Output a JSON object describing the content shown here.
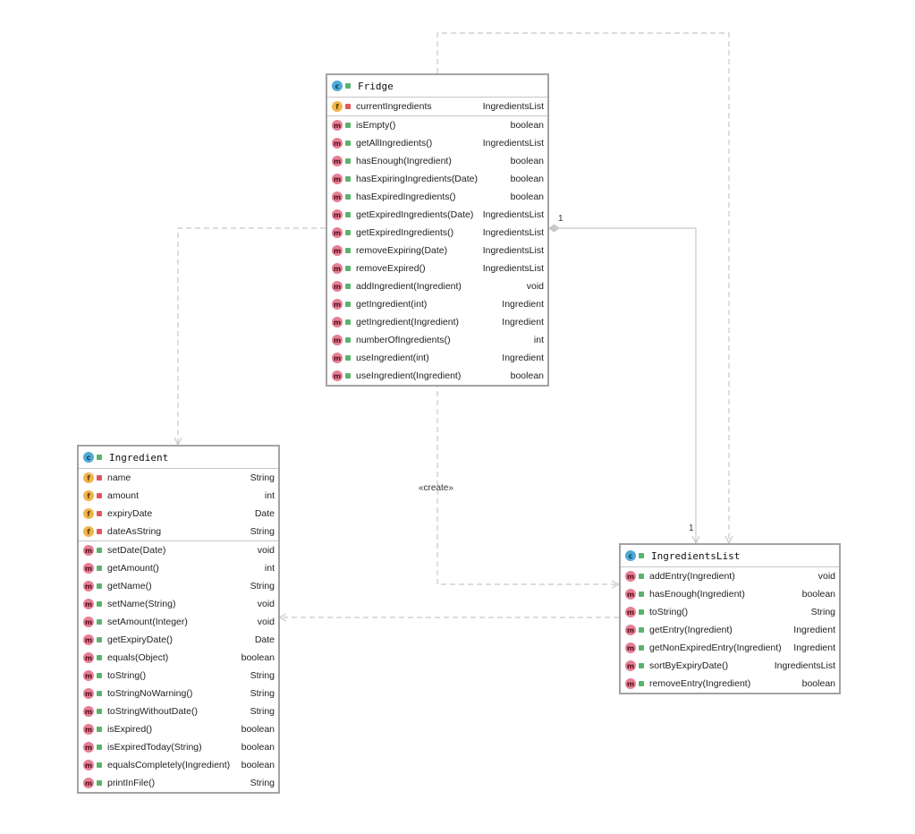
{
  "classes": {
    "fridge": {
      "name": "Fridge",
      "fields": [
        {
          "name": "currentIngredients",
          "type": "IngredientsList"
        }
      ],
      "methods": [
        {
          "name": "isEmpty()",
          "type": "boolean"
        },
        {
          "name": "getAllIngredients()",
          "type": "IngredientsList"
        },
        {
          "name": "hasEnough(Ingredient)",
          "type": "boolean"
        },
        {
          "name": "hasExpiringIngredients(Date)",
          "type": "boolean"
        },
        {
          "name": "hasExpiredIngredients()",
          "type": "boolean"
        },
        {
          "name": "getExpiredIngredients(Date)",
          "type": "IngredientsList"
        },
        {
          "name": "getExpiredIngredients()",
          "type": "IngredientsList"
        },
        {
          "name": "removeExpiring(Date)",
          "type": "IngredientsList"
        },
        {
          "name": "removeExpired()",
          "type": "IngredientsList"
        },
        {
          "name": "addIngredient(Ingredient)",
          "type": "void"
        },
        {
          "name": "getIngredient(int)",
          "type": "Ingredient"
        },
        {
          "name": "getIngredient(Ingredient)",
          "type": "Ingredient"
        },
        {
          "name": "numberOfIngredients()",
          "type": "int"
        },
        {
          "name": "useIngredient(int)",
          "type": "Ingredient"
        },
        {
          "name": "useIngredient(Ingredient)",
          "type": "boolean"
        }
      ]
    },
    "ingredient": {
      "name": "Ingredient",
      "fields": [
        {
          "name": "name",
          "type": "String"
        },
        {
          "name": "amount",
          "type": "int"
        },
        {
          "name": "expiryDate",
          "type": "Date"
        },
        {
          "name": "dateAsString",
          "type": "String"
        }
      ],
      "methods": [
        {
          "name": "setDate(Date)",
          "type": "void"
        },
        {
          "name": "getAmount()",
          "type": "int"
        },
        {
          "name": "getName()",
          "type": "String"
        },
        {
          "name": "setName(String)",
          "type": "void"
        },
        {
          "name": "setAmount(Integer)",
          "type": "void"
        },
        {
          "name": "getExpiryDate()",
          "type": "Date"
        },
        {
          "name": "equals(Object)",
          "type": "boolean"
        },
        {
          "name": "toString()",
          "type": "String"
        },
        {
          "name": "toStringNoWarning()",
          "type": "String"
        },
        {
          "name": "toStringWithoutDate()",
          "type": "String"
        },
        {
          "name": "isExpired()",
          "type": "boolean"
        },
        {
          "name": "isExpiredToday(String)",
          "type": "boolean"
        },
        {
          "name": "equalsCompletely(Ingredient)",
          "type": "boolean"
        },
        {
          "name": "printInFile()",
          "type": "String"
        }
      ]
    },
    "ingredientsList": {
      "name": "IngredientsList",
      "fields": [],
      "methods": [
        {
          "name": "addEntry(Ingredient)",
          "type": "void"
        },
        {
          "name": "hasEnough(Ingredient)",
          "type": "boolean"
        },
        {
          "name": "toString()",
          "type": "String"
        },
        {
          "name": "getEntry(Ingredient)",
          "type": "Ingredient"
        },
        {
          "name": "getNonExpiredEntry(Ingredient)",
          "type": "Ingredient"
        },
        {
          "name": "sortByExpiryDate()",
          "type": "IngredientsList"
        },
        {
          "name": "removeEntry(Ingredient)",
          "type": "boolean"
        }
      ]
    }
  },
  "badges": {
    "class": "c",
    "field": "f",
    "method": "m"
  },
  "relations": {
    "create_label": "«create»",
    "multiplicity_source": "1",
    "multiplicity_target": "1"
  },
  "colors": {
    "edge": "#c8c8c8",
    "border": "#a3a3a3",
    "class_badge": "#4fa9d6",
    "field_badge": "#f0b44c",
    "method_badge": "#e57f94",
    "public": "#5bb36a",
    "private": "#e0565b"
  }
}
